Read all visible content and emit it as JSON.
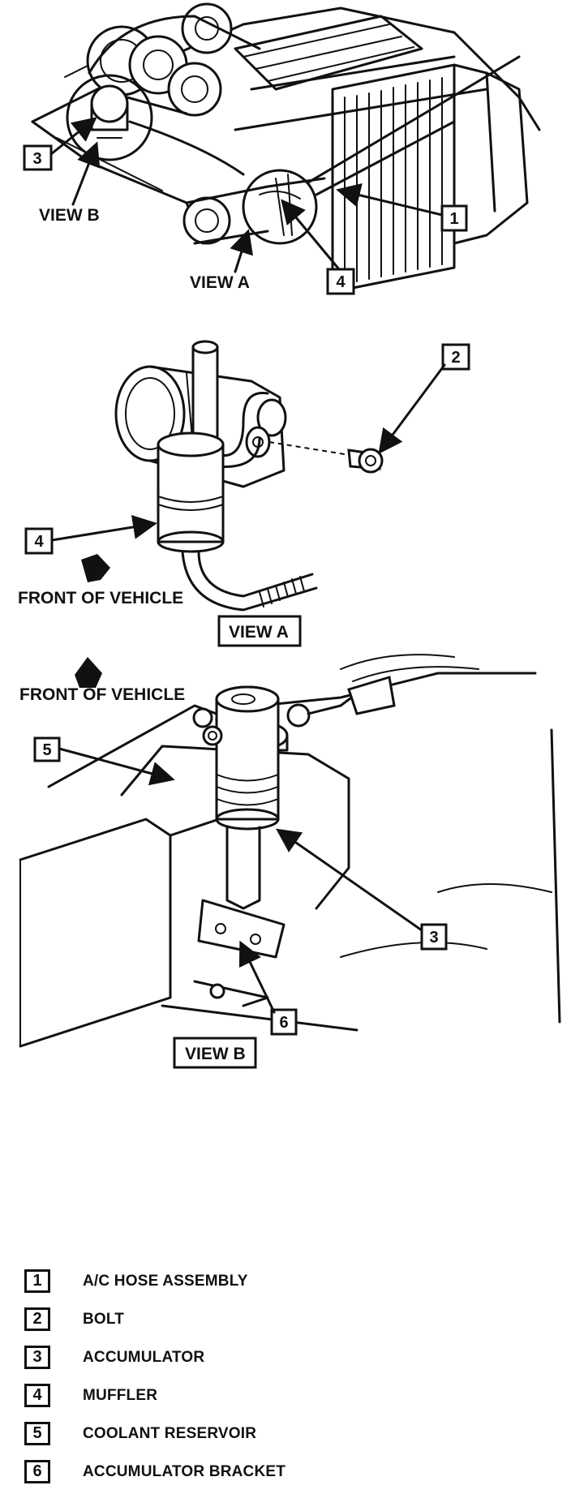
{
  "callouts": {
    "c1": "1",
    "c2": "2",
    "c3a": "3",
    "c3b": "3",
    "c4a": "4",
    "c4b": "4",
    "c5": "5",
    "c6": "6"
  },
  "labels": {
    "view_b_top": "VIEW B",
    "view_a_top": "VIEW A",
    "front_a": "FRONT OF VEHICLE",
    "view_a_box": "VIEW A",
    "front_b": "FRONT OF VEHICLE",
    "view_b_box": "VIEW B"
  },
  "legend": [
    {
      "num": "1",
      "text": "A/C HOSE ASSEMBLY"
    },
    {
      "num": "2",
      "text": "BOLT"
    },
    {
      "num": "3",
      "text": "ACCUMULATOR"
    },
    {
      "num": "4",
      "text": "MUFFLER"
    },
    {
      "num": "5",
      "text": "COOLANT RESERVOIR"
    },
    {
      "num": "6",
      "text": "ACCUMULATOR BRACKET"
    }
  ]
}
